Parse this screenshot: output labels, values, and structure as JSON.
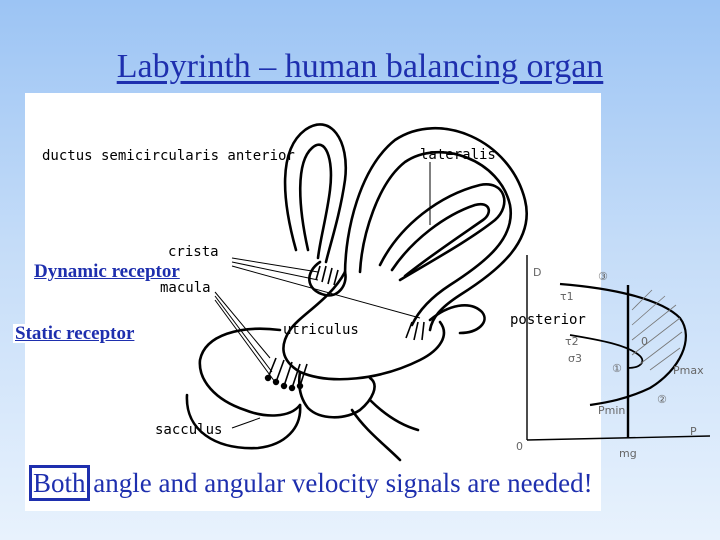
{
  "slide": {
    "title": "Labyrinth – human balancing organ",
    "caption": {
      "highlighted_word": "Both",
      "rest": "angle and angular velocity signals are needed!"
    }
  },
  "labels": {
    "dynamic_receptor": "Dynamic receptor",
    "static_receptor": "Static receptor"
  },
  "diagram": {
    "ductus": "ductus semicircularis anterior",
    "lateralis": "lateralis",
    "crista": "crista",
    "macula": "macula",
    "posterior": "posterior",
    "utriculus": "utriculus",
    "sacculus": "sacculus"
  },
  "inset": {
    "y_axis": "D",
    "t1": "τ1",
    "t2": "τ2",
    "t3": "σ3",
    "c1": "①",
    "c2": "②",
    "c3": "③",
    "c0": "0",
    "pmin": "Pmin",
    "pmax": "Pmax",
    "p": "P",
    "origin": "0",
    "mg": "mg"
  },
  "colors": {
    "accent": "#1e2fae",
    "background_top": "#9cc4f4",
    "background_bottom": "#e8f2fd"
  }
}
